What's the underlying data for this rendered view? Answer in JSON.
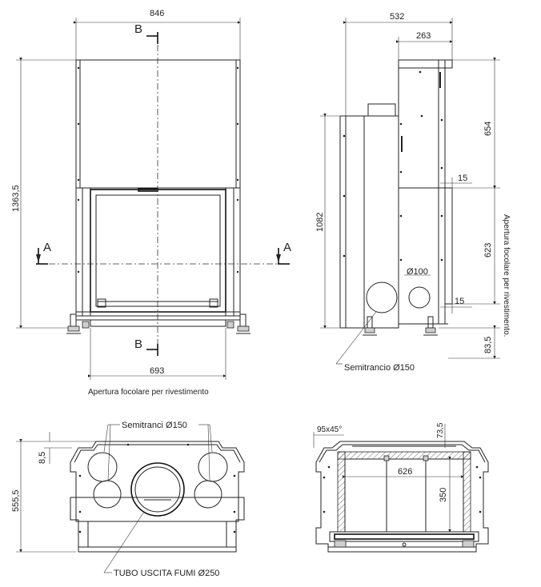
{
  "front_view": {
    "width_dim": "846",
    "height_dim": "1363,5",
    "opening_dim": "693",
    "opening_caption": "Apertura focolare per rivestimento",
    "section_a": "A",
    "section_b": "B"
  },
  "side_view": {
    "total_depth_dim": "532",
    "top_depth_dim": "263",
    "height_dim": "1082",
    "upper_dim": "654",
    "gap_dim_top": "15",
    "opening_dim": "623",
    "gap_dim_bottom": "15",
    "bottom_dim": "83,5",
    "vertical_caption": "Apertura focolare per rivestimento.",
    "small_circle": "Ø100",
    "large_circle_label": "Semitrancio Ø150"
  },
  "top_view": {
    "semitranci_label": "Semitranci Ø150",
    "dim_8_5": "8,5",
    "dim_555_5": "555,5",
    "flue_label": "TUBO USCITA FUMI Ø250"
  },
  "plan_view": {
    "chamfer_label": "95x45°",
    "dim_73_5": "73,5",
    "width_dim": "626",
    "depth_dim": "350"
  }
}
